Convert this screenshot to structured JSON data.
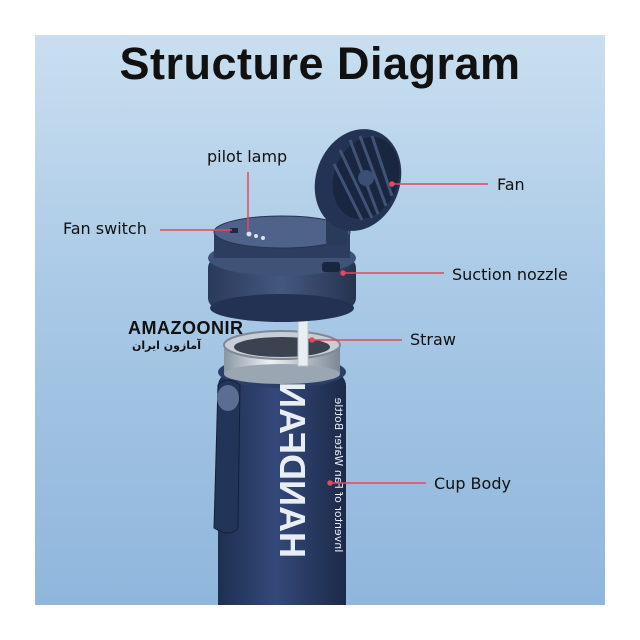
{
  "title": "Structure Diagram",
  "labels": {
    "pilot_lamp": "pilot lamp",
    "fan_switch": "Fan switch",
    "fan": "Fan",
    "suction_nozzle": "Suction nozzle",
    "straw": "Straw",
    "cup_body": "Cup Body"
  },
  "watermark": {
    "latin": "AMAZOONIR",
    "persian": "آمازون ایران"
  },
  "bottle_print": {
    "brand": "HANDFAN",
    "tagline": "Inventor of Fan Water Bottle"
  },
  "colors": {
    "leader_line": "#e8455f",
    "bottle": "#2a3e66",
    "background": "#a9c9e6"
  }
}
